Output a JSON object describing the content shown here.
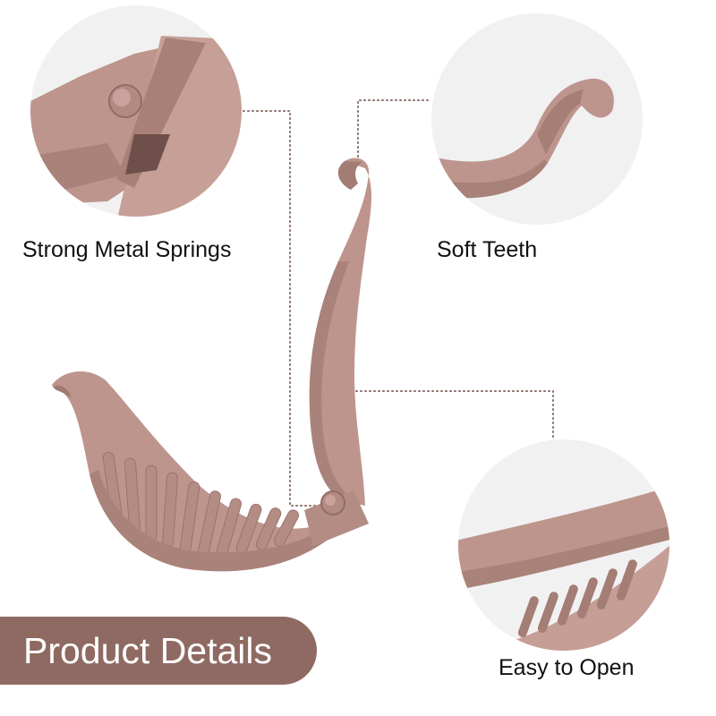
{
  "features": [
    {
      "label": "Strong Metal Springs",
      "detail_icon": "spring-hinge-closeup"
    },
    {
      "label": "Soft Teeth",
      "detail_icon": "curved-tip-closeup"
    },
    {
      "label": "Easy to Open",
      "detail_icon": "teeth-closeup"
    }
  ],
  "banner": {
    "title": "Product Details"
  },
  "colors": {
    "clip_base": "#bd958d",
    "clip_shadow": "#9e7a72",
    "clip_highlight": "#cfaaa2",
    "banner_bg": "#8f6a62",
    "circle_bg": "#f1f1f1",
    "leader_line": "#8a6e69"
  }
}
